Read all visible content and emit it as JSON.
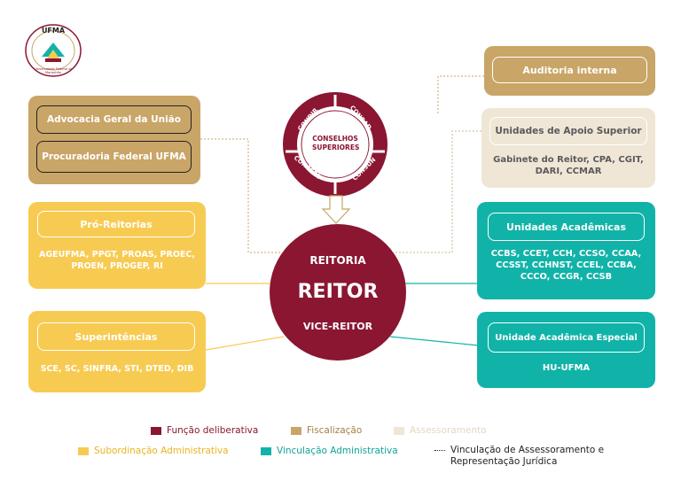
{
  "colors": {
    "deliberative": "#8a1631",
    "fiscal": "#c9a567",
    "assessoramento": "#efe6d6",
    "subordinacao": "#f7cb52",
    "vinculacao": "#11b3a8"
  },
  "logo": {
    "text": "UFMA",
    "ring": "Universidade Federal do Maranhão"
  },
  "conselhos": {
    "center": "CONSELHOS SUPERIORES",
    "q1": "CONDIR",
    "q2": "CONSAD",
    "q3": "CONSEPE",
    "q4": "CONSUN"
  },
  "reitoria": {
    "title": "REITORIA",
    "main": "REITOR",
    "sub": "VICE-REITOR"
  },
  "fiscal_box": {
    "item1": "Advocacia Geral da União",
    "item2": "Procuradoria Federal UFMA"
  },
  "pro_reitorias": {
    "title": "Pró-Reitorias",
    "body": "AGEUFMA, PPGT, PROAS, PROEC, PROEN, PROGEP, RI"
  },
  "superintendencias": {
    "title": "Superintências",
    "body": "SCE, SC, SINFRA, STI, DTED, DIB"
  },
  "auditoria": {
    "title": "Auditoria interna"
  },
  "apoio_superior": {
    "title": "Unidades de Apoio Superior",
    "body": "Gabinete do Reitor, CPA, CGIT, DARI, CCMAR"
  },
  "academicas": {
    "title": "Unidades Acadêmicas",
    "body": "CCBS, CCET, CCH, CCSO, CCAA, CCSST, CCHNST, CCEL, CCBA, CCCO, CCGR, CCSB"
  },
  "especial": {
    "title": "Unidade Acadêmica Especial",
    "body": "HU-UFMA"
  },
  "legend": {
    "deliberative": "Função deliberativa",
    "fiscal": "Fiscalização",
    "assessoramento": "Assessoramento",
    "subordinacao": "Subordinação Administrativa",
    "vinculacao": "Vinculação Administrativa",
    "dotted": "Vinculação de Assessoramento e Representação Jurídica"
  }
}
